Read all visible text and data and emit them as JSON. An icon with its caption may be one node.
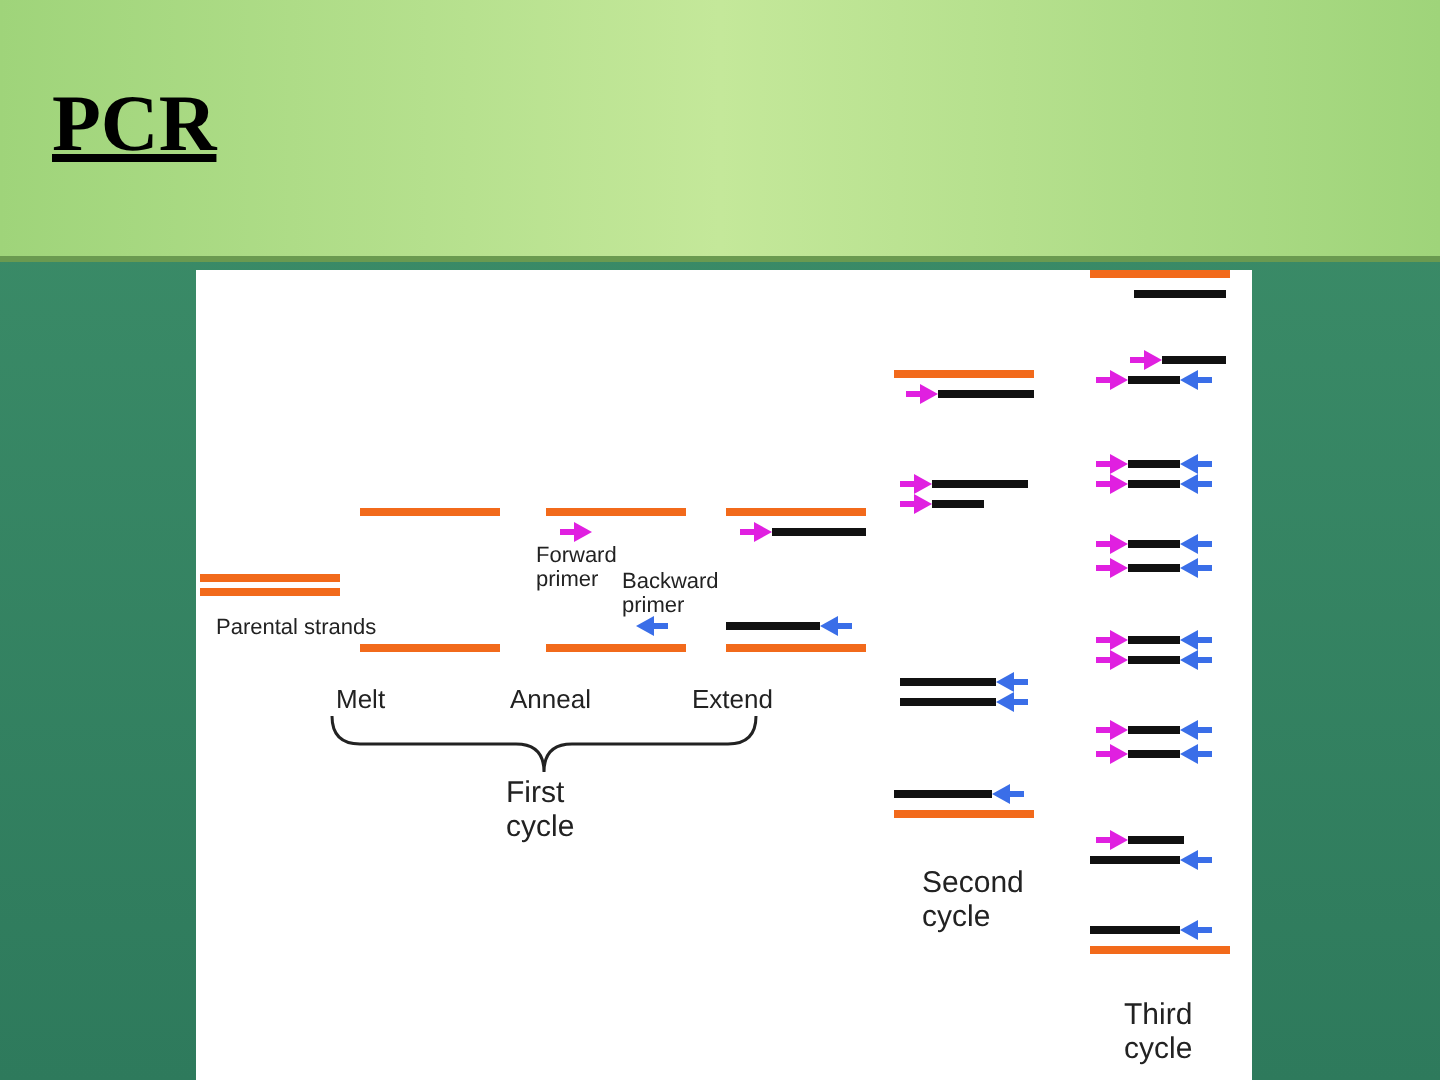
{
  "diagram": {
    "title": "PCR",
    "labels": [
      "Forward primer",
      "Backward primer",
      "Parental strands",
      "Melt",
      "Anneal",
      "Extend",
      "First cycle",
      "Second cycle",
      "Third cycle"
    ]
  }
}
